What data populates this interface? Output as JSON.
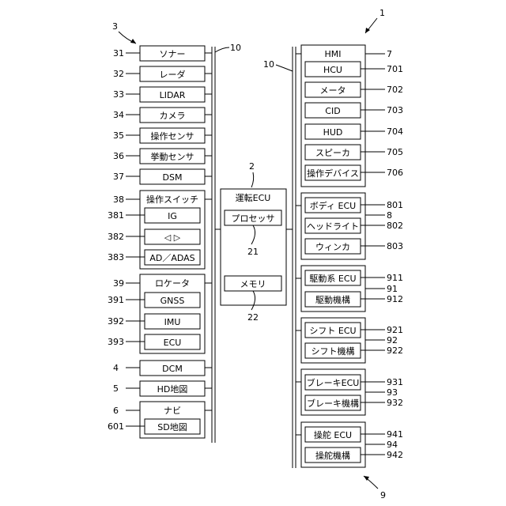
{
  "refs": {
    "r1": "1",
    "r3": "3",
    "r2": "2",
    "r9": "9",
    "r10a": "10",
    "r10b": "10",
    "r31": "31",
    "r32": "32",
    "r33": "33",
    "r34": "34",
    "r35": "35",
    "r36": "36",
    "r37": "37",
    "r38": "38",
    "r381": "381",
    "r382": "382",
    "r383": "383",
    "r39": "39",
    "r391": "391",
    "r392": "392",
    "r393": "393",
    "r4": "4",
    "r5": "5",
    "r6": "6",
    "r601": "601",
    "r21": "21",
    "r22": "22",
    "r7": "7",
    "r701": "701",
    "r702": "702",
    "r703": "703",
    "r704": "704",
    "r705": "705",
    "r706": "706",
    "r801": "801",
    "r8": "8",
    "r802": "802",
    "r803": "803",
    "r911": "911",
    "r91": "91",
    "r912": "912",
    "r921": "921",
    "r92": "92",
    "r922": "922",
    "r931": "931",
    "r93": "93",
    "r932": "932",
    "r941": "941",
    "r94": "94",
    "r942": "942"
  },
  "left": {
    "sonar": "ソナー",
    "radar": "レーダ",
    "lidar": "LIDAR",
    "camera": "カメラ",
    "op_sensor": "操作センサ",
    "behavior_sensor": "挙動センサ",
    "dsm": "DSM",
    "op_switch": "操作スイッチ",
    "ig": "IG",
    "arrows": "◁ ▷",
    "ad_adas": "AD／ADAS",
    "locator": "ロケータ",
    "gnss": "GNSS",
    "imu": "IMU",
    "loc_ecu": "ECU",
    "dcm": "DCM",
    "hd_map": "HD地図",
    "navi": "ナビ",
    "sd_map": "SD地図"
  },
  "center": {
    "ecu": "運転ECU",
    "processor": "プロセッサ",
    "memory": "メモリ"
  },
  "right": {
    "hmi": "HMI",
    "hcu": "HCU",
    "meter": "メータ",
    "cid": "CID",
    "hud": "HUD",
    "speaker": "スピーカ",
    "op_device": "操作デバイス",
    "body_ecu": "ボディ ECU",
    "headlight": "ヘッドライト",
    "winker": "ウィンカ",
    "drive_ecu": "駆動系 ECU",
    "drive_mech": "駆動機構",
    "shift_ecu": "シフト ECU",
    "shift_mech": "シフト機構",
    "brake_ecu": "ブレーキECU",
    "brake_mech": "ブレーキ機構",
    "steer_ecu": "操舵 ECU",
    "steer_mech": "操舵機構"
  }
}
